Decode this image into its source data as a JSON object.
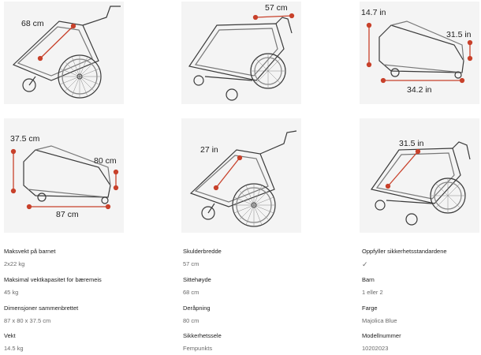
{
  "panels": [
    {
      "id": "p1",
      "dims": [
        "68 cm"
      ]
    },
    {
      "id": "p2",
      "dims": [
        "57 cm"
      ]
    },
    {
      "id": "p3",
      "dims": [
        "14.7 in",
        "31.5 in",
        "34.2 in"
      ]
    },
    {
      "id": "p4",
      "dims": [
        "37.5 cm",
        "80 cm",
        "87 cm"
      ]
    },
    {
      "id": "p5",
      "dims": [
        "27 in"
      ]
    },
    {
      "id": "p6",
      "dims": [
        "31.5 in"
      ]
    }
  ],
  "specs": {
    "col1": [
      {
        "label": "Maksvekt på barnet",
        "value": "2x22 kg"
      },
      {
        "label": "Maksimal vektkapasitet for bæremeis",
        "value": "45 kg"
      },
      {
        "label": "Dimensjoner sammenbrettet",
        "value": "87 x 80 x 37.5 cm"
      },
      {
        "label": "Vekt",
        "value": "14.5 kg"
      }
    ],
    "col2": [
      {
        "label": "Skulderbredde",
        "value": "57 cm"
      },
      {
        "label": "Sittehøyde",
        "value": "68 cm"
      },
      {
        "label": "Deråpning",
        "value": "80 cm"
      },
      {
        "label": "Sikkerhetssele",
        "value": "Fempunkts"
      }
    ],
    "col3": [
      {
        "label": "Oppfyller sikkerhetsstandardene",
        "value": "✓"
      },
      {
        "label": "Barn",
        "value": "1 eller 2"
      },
      {
        "label": "Farge",
        "value": "Majolica Blue"
      },
      {
        "label": "Modellnummer",
        "value": "10202023"
      }
    ]
  },
  "colors": {
    "accent": "#c8412b",
    "line": "#3a3a3a",
    "panel": "#f4f4f4"
  }
}
